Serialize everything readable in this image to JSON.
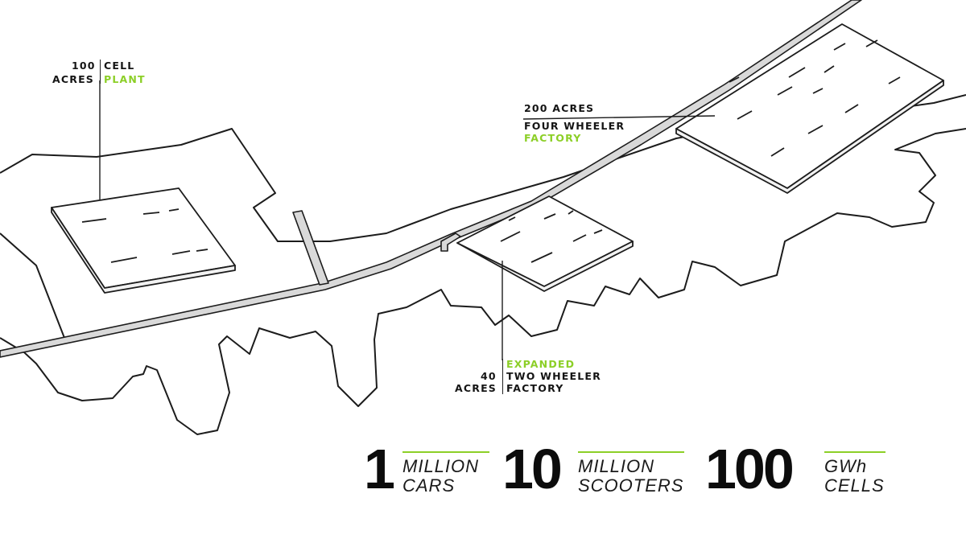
{
  "labels": {
    "cell_plant": {
      "value": "100",
      "unit": "ACRES",
      "line1": "CELL",
      "line2": "PLANT"
    },
    "four_wheeler": {
      "line1": "200 ACRES",
      "line2": "FOUR WHEELER",
      "line3": "FACTORY"
    },
    "two_wheeler": {
      "value": "40",
      "unit": "ACRES",
      "line1": "EXPANDED",
      "line2": "TWO WHEELER",
      "line3": "FACTORY"
    }
  },
  "stats": [
    {
      "number": "1",
      "line1": "MILLION",
      "line2": "CARS"
    },
    {
      "number": "10",
      "line1": "MILLION",
      "line2": "SCOOTERS"
    },
    {
      "number": "100",
      "line1": "GWh",
      "line2": "CELLS"
    }
  ],
  "colors": {
    "accent": "#8ccf27",
    "ink": "#151515",
    "road_fill": "#d9d9d9"
  }
}
